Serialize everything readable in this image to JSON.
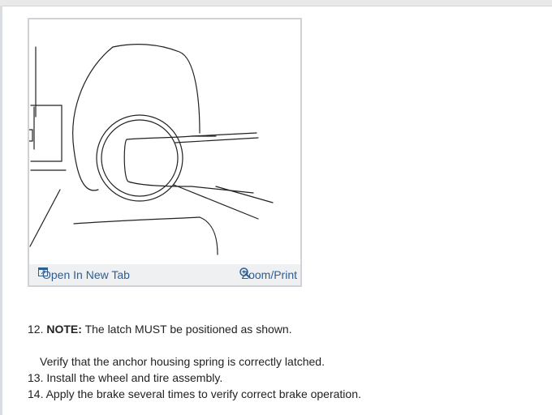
{
  "figure": {
    "open_tab_label": "Open In New Tab",
    "zoom_print_label": "Zoom/Print",
    "icons": {
      "open_tab": "open-in-new-tab-icon",
      "zoom": "zoom-icon"
    },
    "link_color": "#2d5d91"
  },
  "steps": [
    {
      "number": "12.",
      "note_label": "NOTE:",
      "text": "The latch MUST be positioned as shown."
    },
    {
      "number": "",
      "text": "Verify that the anchor housing spring is correctly latched."
    },
    {
      "number": "13.",
      "text": "Install the wheel and tire assembly."
    },
    {
      "number": "14.",
      "text": "Apply the brake several times to verify correct brake operation."
    }
  ]
}
